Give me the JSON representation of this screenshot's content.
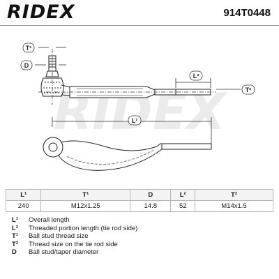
{
  "header": {
    "brand": "RIDEX",
    "part_number": "914T0448"
  },
  "watermark": "RIDEX",
  "drawing_labels": {
    "t1": "T¹",
    "d": "D",
    "l2": "L²",
    "t2": "T²",
    "l1": "L¹"
  },
  "spec_table": {
    "headers": [
      "L¹",
      "T¹",
      "D",
      "L²",
      "T²"
    ],
    "values": [
      "240",
      "M12x1.25",
      "14.8",
      "52",
      "M14x1.5"
    ]
  },
  "legend": [
    {
      "symbol": "L¹",
      "text": "Overall length"
    },
    {
      "symbol": "L²",
      "text": "Threaded portion length (tie rod side)"
    },
    {
      "symbol": "T¹",
      "text": "Ball stud thread size"
    },
    {
      "symbol": "T²",
      "text": "Thread size on the tie rod side"
    },
    {
      "symbol": "D",
      "text": "Ball stud/taper diameter"
    }
  ]
}
